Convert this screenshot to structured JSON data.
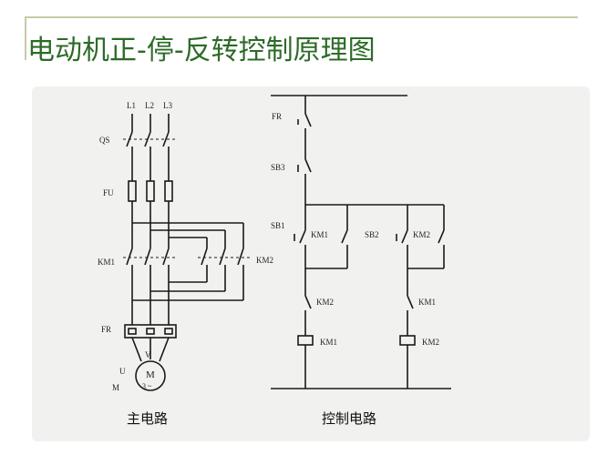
{
  "slide": {
    "title": "电动机正-停-反转控制原理图"
  },
  "main_circuit": {
    "caption": "主电路",
    "phases": [
      "L1",
      "L2",
      "L3"
    ],
    "qs_label": "QS",
    "fu_label": "FU",
    "km1_label": "KM1",
    "km2_label": "KM2",
    "fr_label": "FR",
    "motor_u": "U",
    "motor_v": "V",
    "motor_m": "M",
    "motor_symbol": "M",
    "motor_phase": "3 ~"
  },
  "control_circuit": {
    "caption": "控制电路",
    "fr_label": "FR",
    "sb3_label": "SB3",
    "sb1_label": "SB1",
    "sb2_label": "SB2",
    "km1_hold_label": "KM1",
    "km2_hold_label": "KM2",
    "interlock_left_label": "KM2",
    "interlock_right_label": "KM1",
    "coil_left_label": "KM1",
    "coil_right_label": "KM2"
  }
}
